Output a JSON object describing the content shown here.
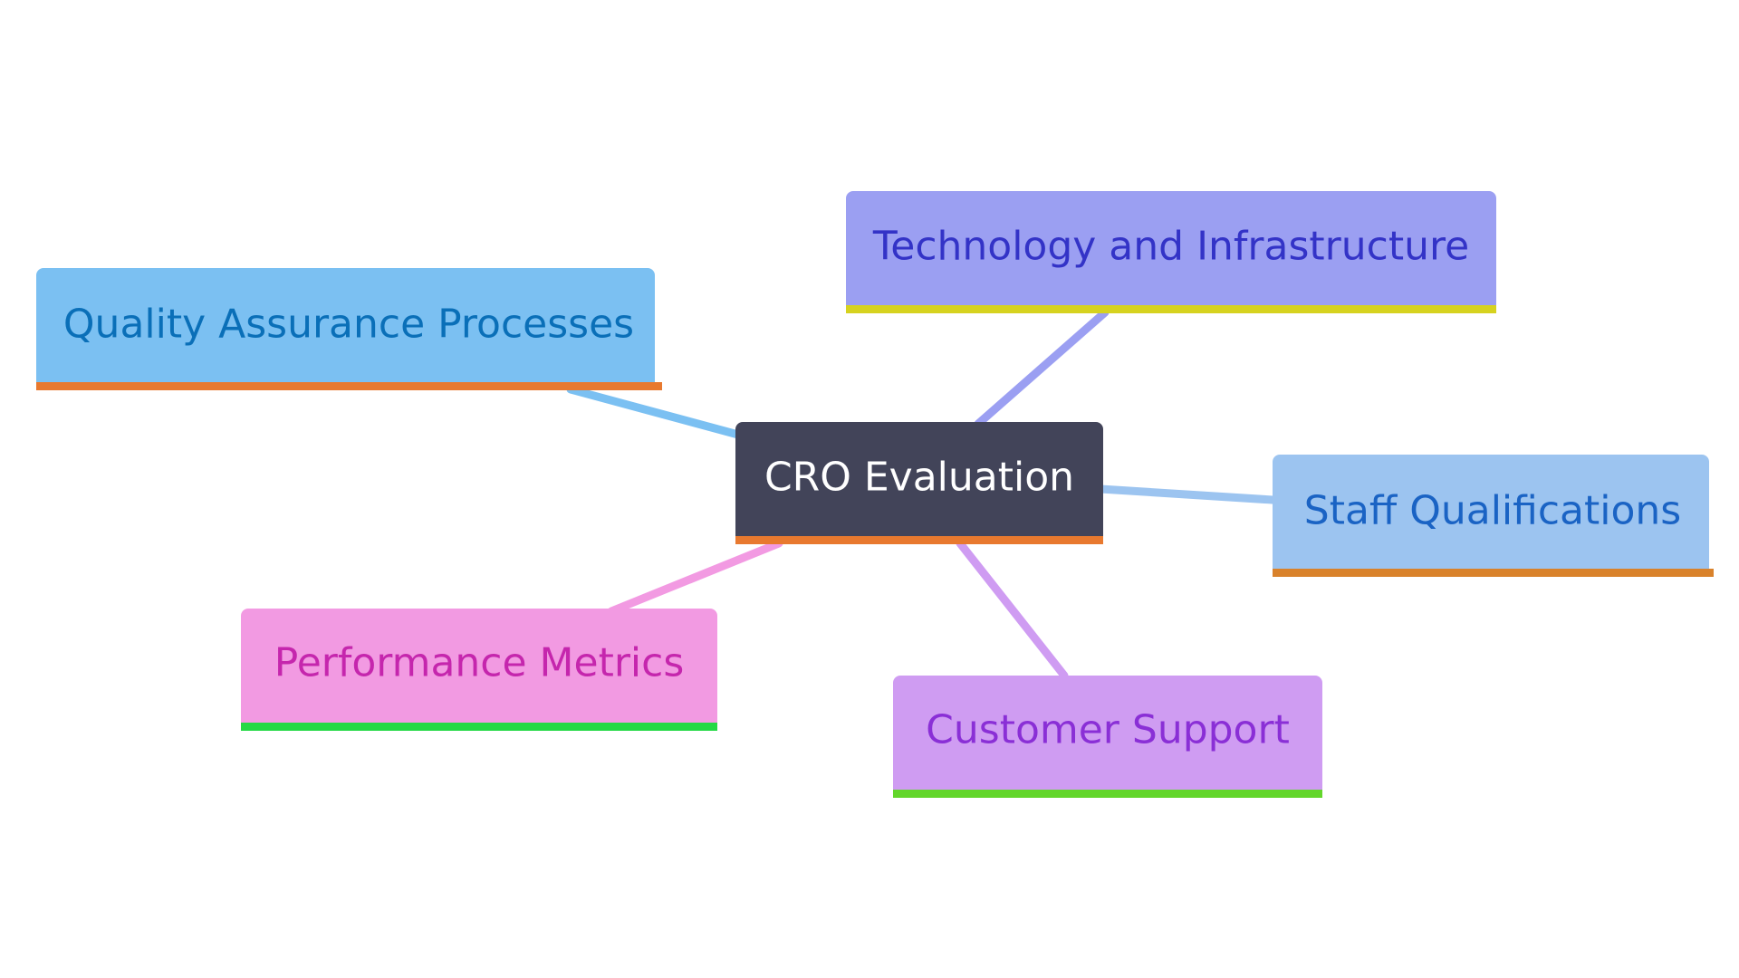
{
  "diagram": {
    "type": "mindmap",
    "root": {
      "label": "CRO Evaluation",
      "fill": "#424459",
      "text_color": "#ffffff",
      "underline_color": "#e8792f"
    },
    "branches": [
      {
        "id": "quality-assurance",
        "label": "Quality Assurance Processes",
        "fill": "#7bc0f2",
        "text_color": "#0a6fb8",
        "underline_color": "#e8792f",
        "edge_color": "#7bc0f2"
      },
      {
        "id": "technology",
        "label": "Technology and Infrastructure",
        "fill": "#9b9ff2",
        "text_color": "#3333c7",
        "underline_color": "#d6d21f",
        "edge_color": "#9b9ff2"
      },
      {
        "id": "staff",
        "label": "Staff Qualifications",
        "fill": "#9cc4f0",
        "text_color": "#1a63c4",
        "underline_color": "#d9822b",
        "edge_color": "#9cc4f0"
      },
      {
        "id": "performance",
        "label": "Performance Metrics",
        "fill": "#f29ae2",
        "text_color": "#c526ad",
        "underline_color": "#24d945",
        "edge_color": "#f29ae2"
      },
      {
        "id": "customer-support",
        "label": "Customer Support",
        "fill": "#cf9cf2",
        "text_color": "#8a2fd6",
        "underline_color": "#63d62b",
        "edge_color": "#cf9cf2"
      }
    ]
  }
}
